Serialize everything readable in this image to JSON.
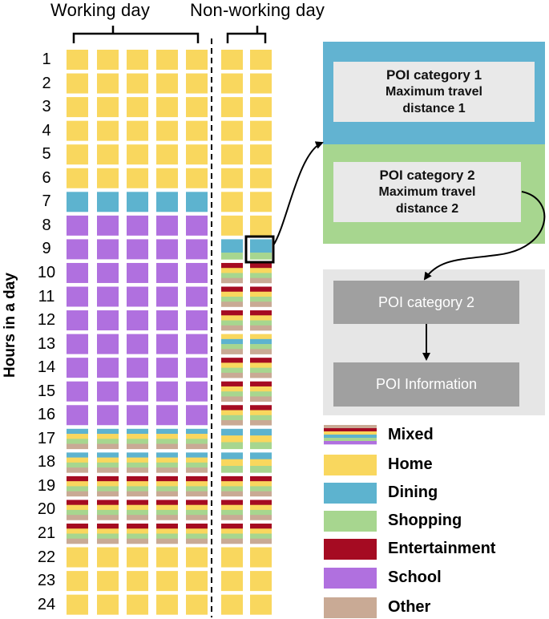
{
  "headers": {
    "working": "Working day",
    "non_working": "Non-working day"
  },
  "y_axis_label": "Hours in a day",
  "hours": [
    "1",
    "2",
    "3",
    "4",
    "5",
    "6",
    "7",
    "8",
    "9",
    "10",
    "11",
    "12",
    "13",
    "14",
    "15",
    "16",
    "17",
    "18",
    "19",
    "20",
    "21",
    "22",
    "23",
    "24"
  ],
  "colors": {
    "home": "#f9d75e",
    "dining": "#5db3cf",
    "shopping": "#a7d68f",
    "entertainment": "#a50b22",
    "school": "#b070df",
    "other": "#c9aa95",
    "box1_bg": "#62b3d1",
    "box2_bg": "#a7d68f",
    "box3_bg": "#e6e6e6",
    "inner_light": "#e9e9e9",
    "inner_dark": "#a0a0a0"
  },
  "working_day_pattern": [
    "home",
    "home",
    "home",
    "home",
    "home",
    "home",
    "dining",
    "school",
    "school",
    "school",
    "school",
    "school",
    "school",
    "school",
    "school",
    "school",
    "mixed",
    "mixed",
    "mixed",
    "mixed",
    "mixed",
    "home",
    "home",
    "home"
  ],
  "non_working_day_pattern": [
    "home",
    "home",
    "home",
    "home",
    "home",
    "home",
    "home",
    "home",
    "dining-shopping",
    "mixed",
    "mixed",
    "mixed",
    "mixed",
    "mixed",
    "mixed",
    "mixed",
    "mixed",
    "mixed",
    "mixed",
    "mixed",
    "mixed",
    "home",
    "home",
    "home"
  ],
  "highlight": {
    "column": "non-working-2",
    "hour": "9"
  },
  "poi_box_1": {
    "category": "POI category 1",
    "distance_line1": "Maximum travel",
    "distance_line2": "distance 1"
  },
  "poi_box_2": {
    "category": "POI category 2",
    "distance_line1": "Maximum travel",
    "distance_line2": "distance 2"
  },
  "poi_box_3": {
    "category": "POI category 2",
    "information": "POI Information"
  },
  "legend": [
    {
      "key": "mixed",
      "label": "Mixed"
    },
    {
      "key": "home",
      "label": "Home"
    },
    {
      "key": "dining",
      "label": "Dining"
    },
    {
      "key": "shopping",
      "label": "Shopping"
    },
    {
      "key": "entertainment",
      "label": "Entertainment"
    },
    {
      "key": "school",
      "label": "School"
    },
    {
      "key": "other",
      "label": "Other"
    }
  ]
}
